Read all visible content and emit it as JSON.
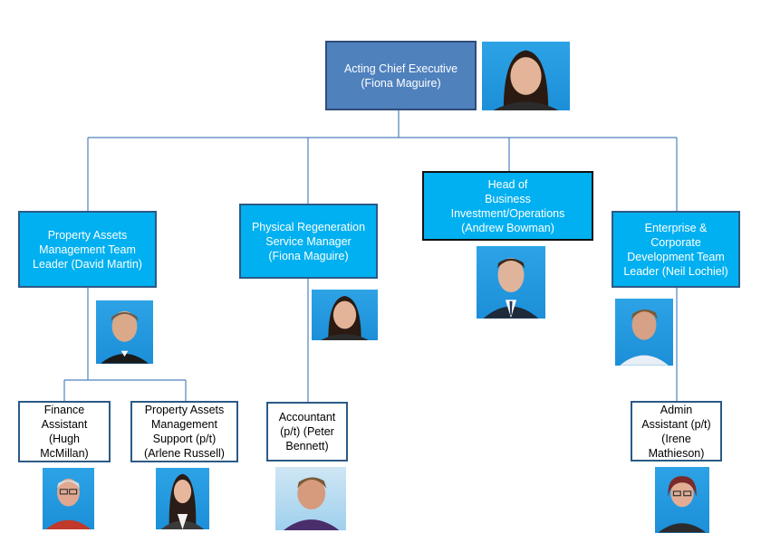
{
  "org": {
    "root": {
      "title": "Acting Chief Executive",
      "name": "(Fiona Maguire)"
    },
    "managers": [
      {
        "lines": [
          "Property Assets",
          "Management Team",
          "Leader (David Martin)"
        ]
      },
      {
        "lines": [
          "Physical Regeneration",
          "Service Manager",
          "(Fiona Maguire)"
        ]
      },
      {
        "lines": [
          "Head of",
          "Business",
          "Investment/Operations",
          "(Andrew Bowman)"
        ]
      },
      {
        "lines": [
          "Enterprise &",
          "Corporate",
          "Development Team",
          "Leader (Neil Lochiel)"
        ]
      }
    ],
    "staff": [
      {
        "lines": [
          "Finance",
          "Assistant",
          "(Hugh",
          "McMillan)"
        ]
      },
      {
        "lines": [
          "Property Assets",
          "Management",
          "Support (p/t)",
          "(Arlene Russell)"
        ]
      },
      {
        "lines": [
          "Accountant",
          "(p/t) (Peter",
          "Bennett)"
        ]
      },
      {
        "lines": [
          "Admin",
          "Assistant (p/t)",
          "(Irene",
          "Mathieson)"
        ]
      }
    ]
  },
  "colors": {
    "exec_fill": "#4f81bd",
    "manager_fill": "#00b0f0",
    "staff_fill": "#ffffff",
    "connector": "#4f81bd"
  },
  "icons": [
    "fiona-maguire-photo",
    "david-martin-photo",
    "fiona-maguire-photo",
    "andrew-bowman-photo",
    "neil-lochiel-photo",
    "hugh-mcmillan-photo",
    "arlene-russell-photo",
    "peter-bennett-photo",
    "irene-mathieson-photo"
  ]
}
